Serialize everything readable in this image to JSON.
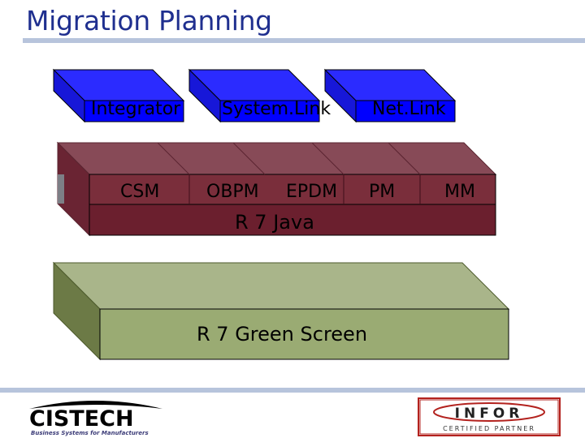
{
  "title": "Migration Planning",
  "colors": {
    "accent_rule": "#b7c4dc",
    "title_text": "#1f2f8f",
    "blue_box": "#0000ff",
    "maroon_box": "#7f3440",
    "green_box": "#9fae78"
  },
  "top_boxes": [
    "Integrator",
    "System.Link",
    "Net.Link"
  ],
  "middle_layer": {
    "modules": [
      "CSM",
      "OBPM",
      "EPDM",
      "PM",
      "MM"
    ],
    "base_label": "R 7 Java"
  },
  "base_layer_label": "R 7 Green Screen",
  "logos": {
    "left_name": "CISTECH",
    "left_tagline": "Business Systems for Manufacturers",
    "right_name": "INFOR",
    "right_tagline": "CERTIFIED PARTNER"
  }
}
